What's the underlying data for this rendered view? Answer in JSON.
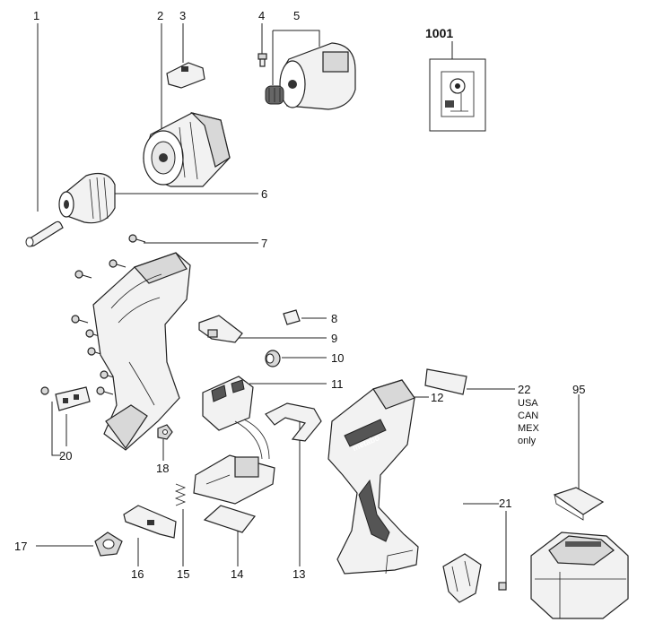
{
  "callouts": {
    "c1": "1",
    "c2": "2",
    "c3": "3",
    "c4": "4",
    "c5": "5",
    "c6": "6",
    "c7": "7",
    "c8": "8",
    "c9": "9",
    "c10": "10",
    "c11": "11",
    "c12": "12",
    "c13": "13",
    "c14": "14",
    "c15": "15",
    "c16": "16",
    "c17": "17",
    "c18": "18",
    "c20": "20",
    "c21": "21",
    "c22": "22",
    "c95": "95"
  },
  "note_22": [
    "USA",
    "CAN",
    "MEX",
    "only"
  ],
  "inset_box": {
    "title": "1001"
  },
  "brand_text": "metabo"
}
